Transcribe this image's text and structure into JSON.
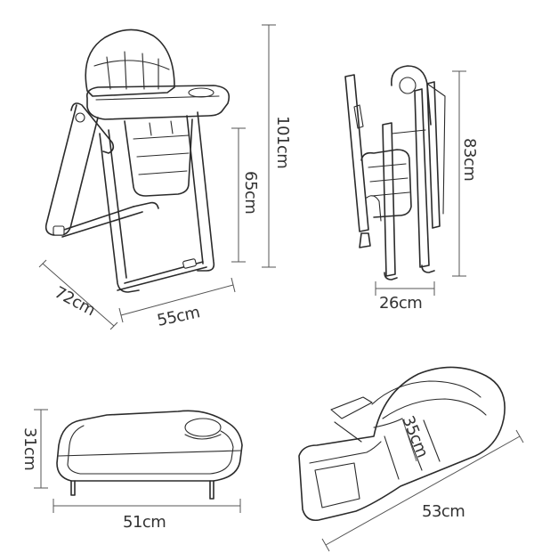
{
  "labels": {
    "height_total": "101cm",
    "height_seat": "65cm",
    "depth": "72cm",
    "width": "55cm",
    "folded_height": "83cm",
    "folded_width": "26cm",
    "tray_depth": "31cm",
    "tray_width": "51cm",
    "cushion_depth": "35cm",
    "cushion_length": "53cm"
  },
  "colors": {
    "line": "#2b2b2b",
    "dimension": "#555555",
    "text": "#333333",
    "background": "#ffffff"
  }
}
